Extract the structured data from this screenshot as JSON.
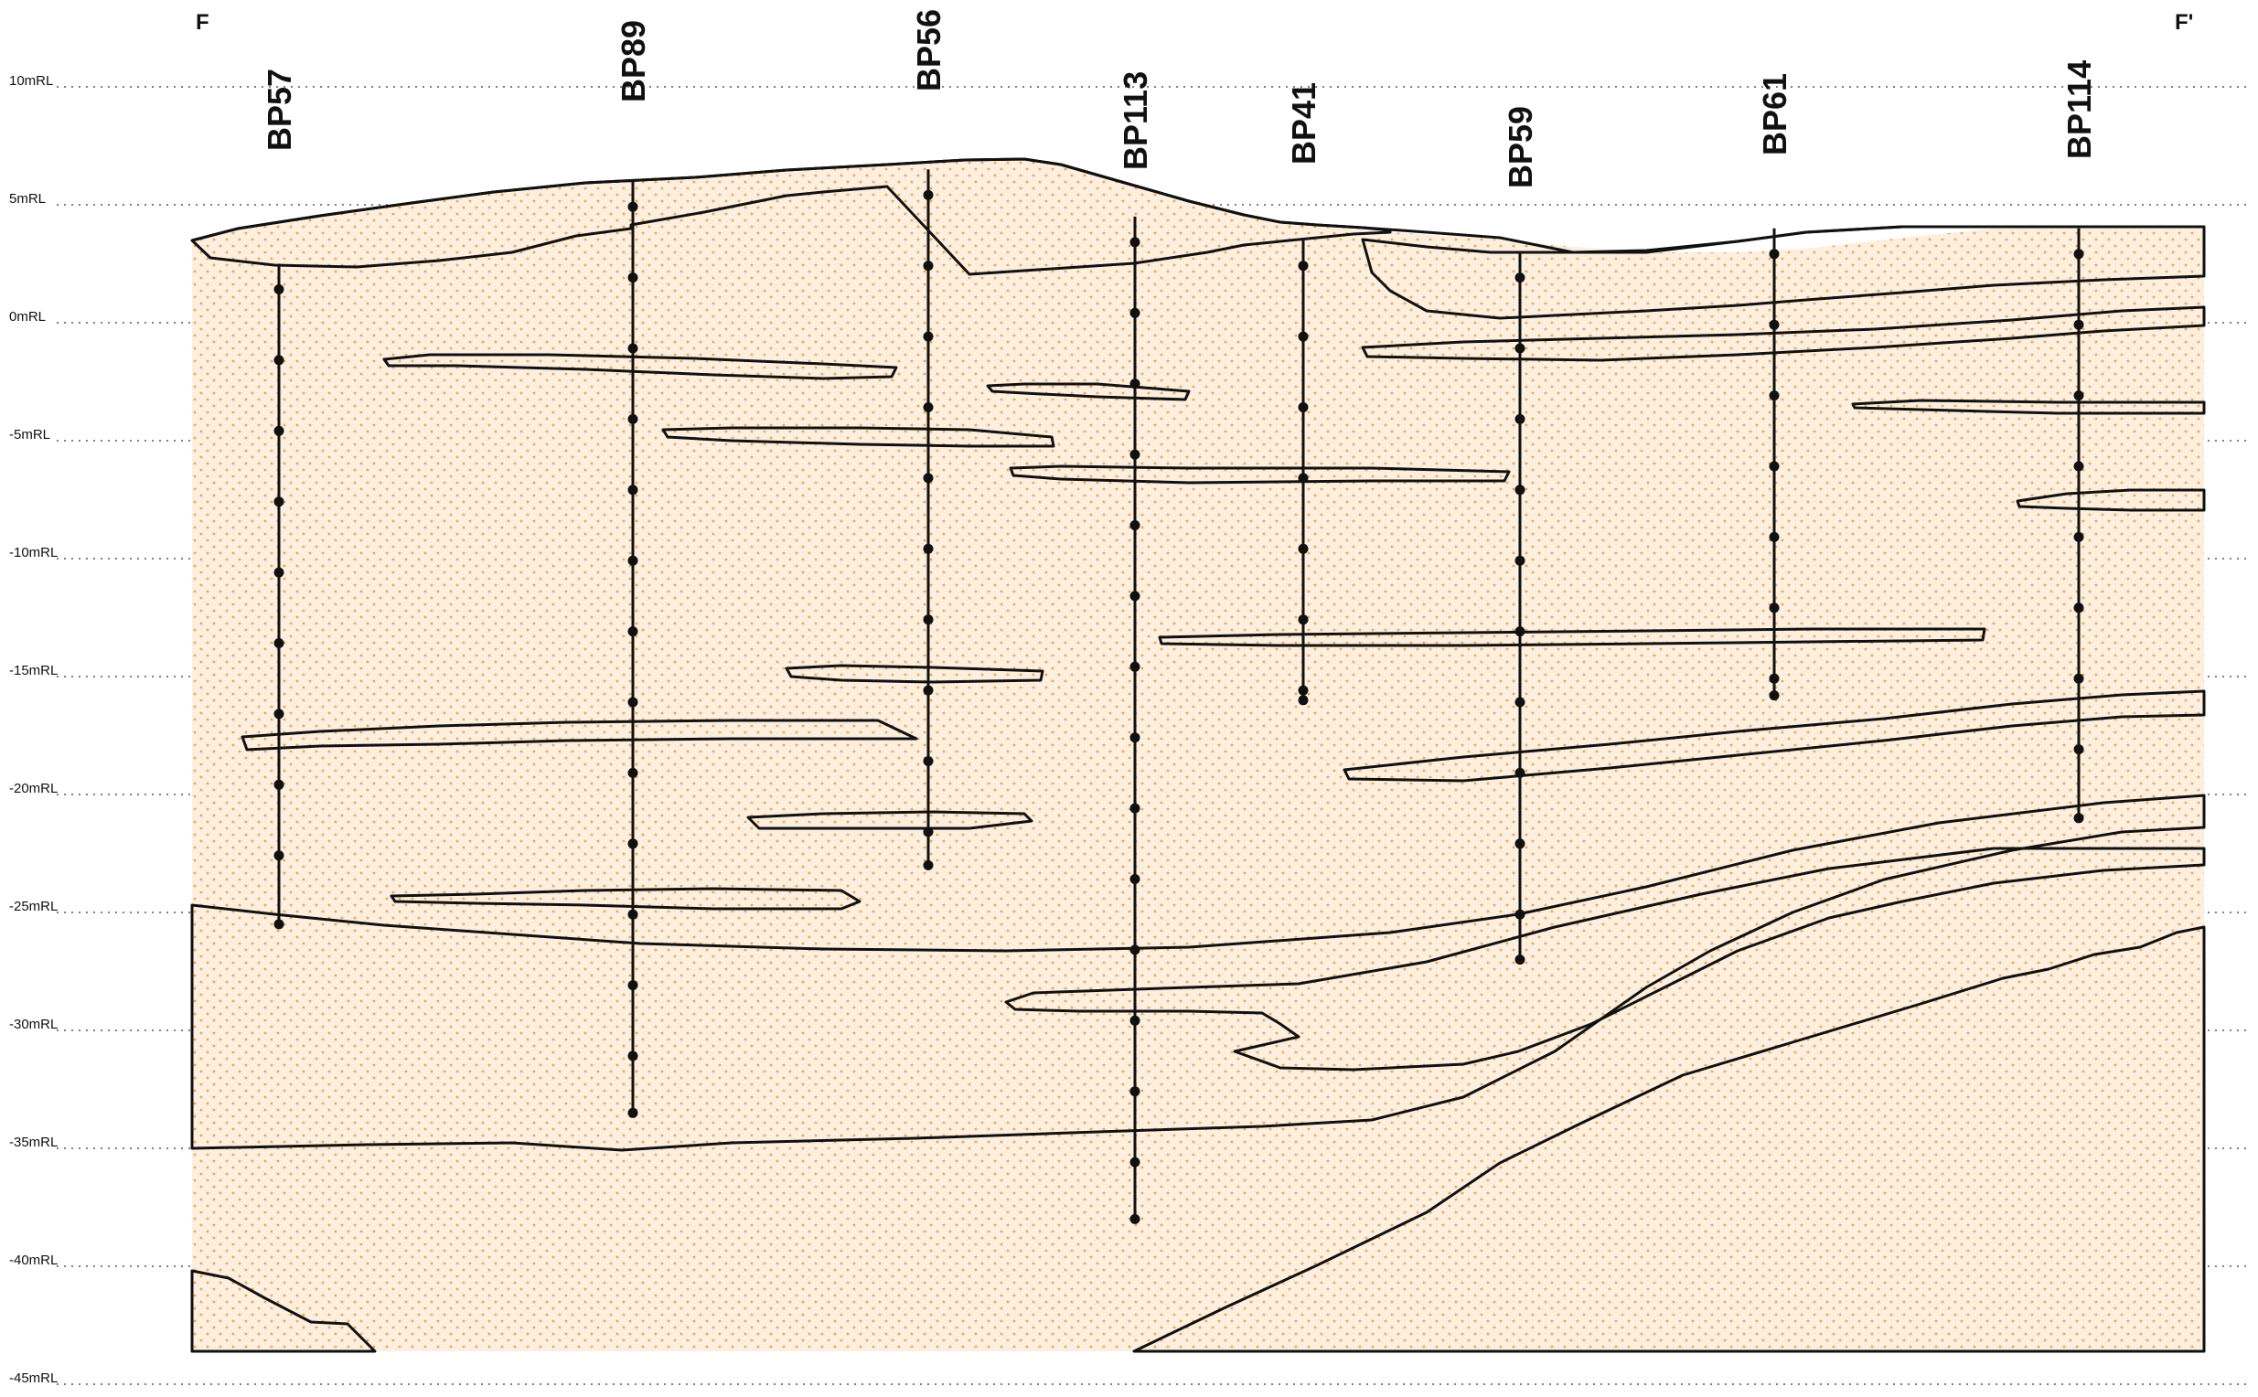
{
  "section": {
    "start_label": "F",
    "end_label": "F'",
    "elevation_unit": "mRL",
    "elevation_labels": [
      {
        "rl": 10,
        "text": "10mRL"
      },
      {
        "rl": 5,
        "text": "5mRL"
      },
      {
        "rl": 0,
        "text": "0mRL"
      },
      {
        "rl": -5,
        "text": "-5mRL"
      },
      {
        "rl": -10,
        "text": "-10mRL"
      },
      {
        "rl": -15,
        "text": "-15mRL"
      },
      {
        "rl": -20,
        "text": "-20mRL"
      },
      {
        "rl": -25,
        "text": "-25mRL"
      },
      {
        "rl": -30,
        "text": "-30mRL"
      },
      {
        "rl": -35,
        "text": "-35mRL"
      },
      {
        "rl": -40,
        "text": "-40mRL"
      },
      {
        "rl": -45,
        "text": "-45mRL"
      }
    ],
    "boreholes": [
      {
        "name": "BP57",
        "top_rl": 2.5,
        "bottom_rl": -25.5
      },
      {
        "name": "BP89",
        "top_rl": 6,
        "bottom_rl": -33.5
      },
      {
        "name": "BP56",
        "top_rl": 6.5,
        "bottom_rl": -23
      },
      {
        "name": "BP113",
        "top_rl": 4.5,
        "bottom_rl": -38
      },
      {
        "name": "BP41",
        "top_rl": 3.5,
        "bottom_rl": -16
      },
      {
        "name": "BP59",
        "top_rl": 3,
        "bottom_rl": -27
      },
      {
        "name": "BP61",
        "top_rl": 4,
        "bottom_rl": -15.8
      },
      {
        "name": "BP114",
        "top_rl": 4,
        "bottom_rl": -21
      }
    ],
    "colors": {
      "sand": "#fcefdf",
      "sand_dots": "#f0a347",
      "clay": "#f7d9d6",
      "clay_dashes": "#ee7f7a",
      "dense_sand": "#f8df9a",
      "dense_sand_marks": "#e6a21b",
      "fill_material": "#ececec",
      "gravel_band": "#ffffff",
      "line": "#111111"
    }
  }
}
